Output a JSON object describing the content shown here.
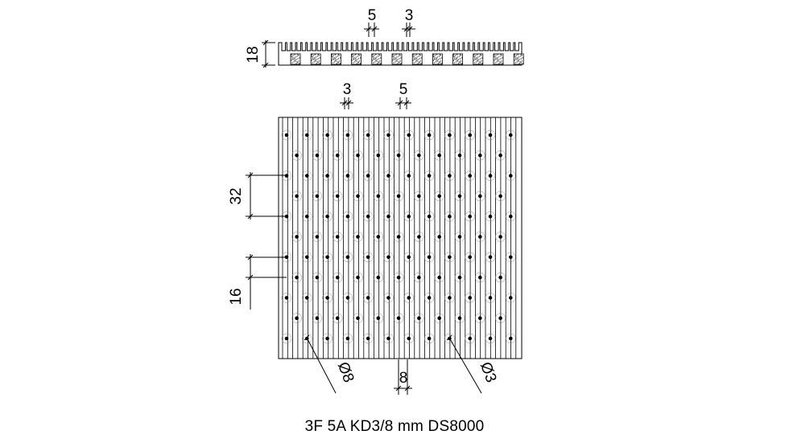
{
  "side_view": {
    "dimension_height": "18",
    "dimension_slot_width": "5",
    "dimension_rib_width": "3"
  },
  "plan_view": {
    "dimension_rib_width": "3",
    "dimension_slot_width": "5",
    "dimension_row_pitch": "32",
    "dimension_half_pitch": "16",
    "dimension_hole_large": "Ø8",
    "dimension_hole_small": "Ø3",
    "dimension_spacing": "8"
  },
  "caption": "3F 5A KD3/8 mm DS8000"
}
